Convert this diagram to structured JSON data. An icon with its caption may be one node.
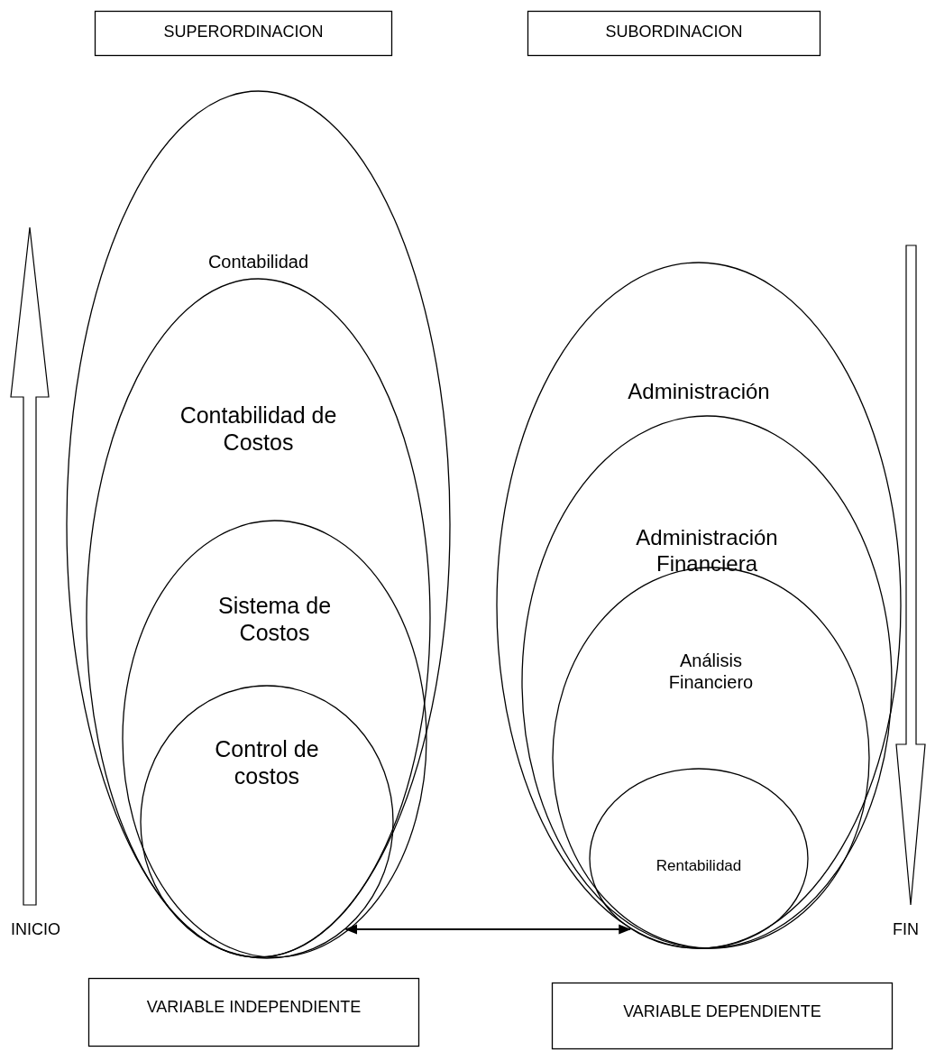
{
  "diagram": {
    "nodes": [
      {
        "text": [
          "SUPERORDINACION"
        ]
      },
      {
        "text": [
          "SUBORDINACION"
        ]
      },
      {
        "text": [
          "Contabilidad"
        ]
      },
      {
        "text": [
          "Contabilidad de Costos"
        ],
        "in": 2
      },
      {
        "text": [
          "Sistema de Costos"
        ],
        "in": 3
      },
      {
        "text": [
          "Control de costos"
        ],
        "in": 4
      },
      {
        "text": [
          "Administración"
        ]
      },
      {
        "text": [
          "Administración Financiera"
        ],
        "in": 6
      },
      {
        "text": [
          "Análisis Financiero"
        ],
        "in": 7
      },
      {
        "text": [
          "Rentabilidad"
        ],
        "in": 8
      },
      {
        "text": [
          "VARIABLE INDEPENDIENTE"
        ]
      },
      {
        "text": [
          "VARIABLE DEPENDIENTE"
        ]
      }
    ],
    "edges": [
      {
        "from": 5,
        "to": 9,
        "arrow": "both"
      }
    ],
    "labels": [
      "INICIO",
      "FIN"
    ]
  }
}
